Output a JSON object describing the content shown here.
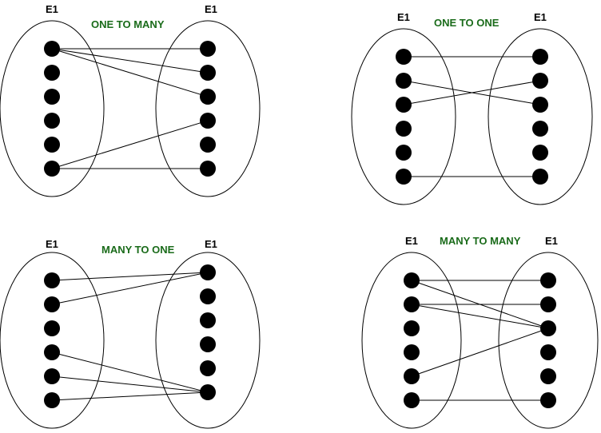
{
  "colors": {
    "title": "#1a6b1a",
    "stroke": "#000000",
    "dot": "#000000",
    "background": "#ffffff"
  },
  "panels": [
    {
      "id": "one-to-many",
      "title": "ONE TO MANY",
      "left_label": "E1",
      "right_label": "E1",
      "left_count": 6,
      "right_count": 6,
      "connections": [
        [
          0,
          0
        ],
        [
          0,
          1
        ],
        [
          0,
          2
        ],
        [
          5,
          3
        ],
        [
          5,
          5
        ]
      ]
    },
    {
      "id": "one-to-one",
      "title": "ONE TO ONE",
      "left_label": "E1",
      "right_label": "E1",
      "left_count": 6,
      "right_count": 6,
      "connections": [
        [
          0,
          0
        ],
        [
          1,
          2
        ],
        [
          2,
          1
        ],
        [
          5,
          5
        ]
      ]
    },
    {
      "id": "many-to-one",
      "title": "MANY TO ONE",
      "left_label": "E1",
      "right_label": "E1",
      "left_count": 6,
      "right_count": 6,
      "connections": [
        [
          0,
          0
        ],
        [
          1,
          0
        ],
        [
          3,
          5
        ],
        [
          4,
          5
        ],
        [
          5,
          5
        ]
      ]
    },
    {
      "id": "many-to-many",
      "title": "MANY TO MANY",
      "left_label": "E1",
      "right_label": "E1",
      "left_count": 6,
      "right_count": 6,
      "connections": [
        [
          0,
          0
        ],
        [
          0,
          2
        ],
        [
          1,
          1
        ],
        [
          1,
          2
        ],
        [
          4,
          2
        ],
        [
          5,
          5
        ]
      ]
    }
  ]
}
